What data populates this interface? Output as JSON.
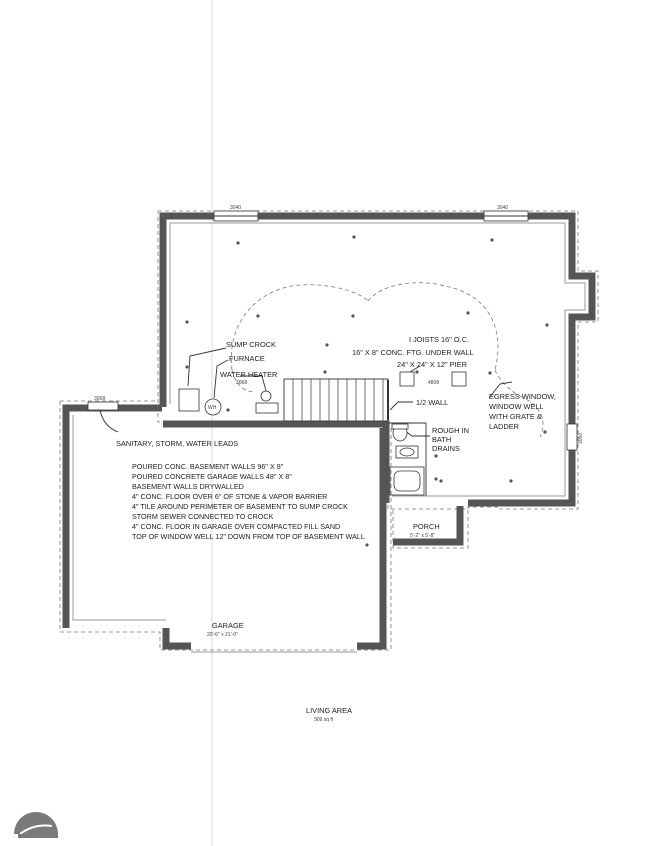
{
  "dims": {
    "top_window_left": "3040",
    "top_window_right": "3040",
    "garage_window": "3068",
    "right_window": "3050",
    "stair_window": "3068",
    "pier_code": "4808"
  },
  "basement": {
    "sump_crock": "SUMP CROCK",
    "furnace": "FURNACE",
    "water_heater": "WATER HEATER",
    "wh": "WH",
    "joists": "I JOISTS 16\" O.C.",
    "footing": "16\" X 8\" CONC. FTG. UNDER WALL",
    "pier": "24\" X 24\" X 12\" PIER",
    "half_wall": "1/2 WALL",
    "rough_in": [
      "ROUGH IN",
      "BATH",
      "DRAINS"
    ],
    "egress": [
      "EGRESS WINDOW,",
      "WINDOW WELL",
      "WITH GRATE &",
      "LADDER"
    ],
    "sanitary": "SANITARY, STORM, WATER LEADS"
  },
  "notes": [
    "POURED CONC. BASEMENT WALLS 96\" X 8\"",
    "POURED CONCRETE GARAGE WALLS 48\" X 8\"",
    "BASEMENT WALLS DRYWALLED",
    "4\" CONC. FLOOR OVER 6\" OF STONE & VAPOR BARRIER",
    "4\" TILE AROUND PERIMETER OF BASEMENT TO SUMP CROCK",
    "STORM SEWER CONNECTED TO CROCK",
    "4\" CONC. FLOOR IN GARAGE OVER COMPACTED FILL SAND",
    "TOP OF WINDOW WELL 12\" DOWN FROM TOP OF BASEMENT WALL"
  ],
  "porch": {
    "name": "PORCH",
    "size": "5'-2\" x 5'-8\""
  },
  "garage": {
    "name": "GARAGE",
    "size": "20'-6\" x 21'-0\""
  },
  "living_area": {
    "label": "LIVING AREA",
    "value": "909 sq ft"
  }
}
